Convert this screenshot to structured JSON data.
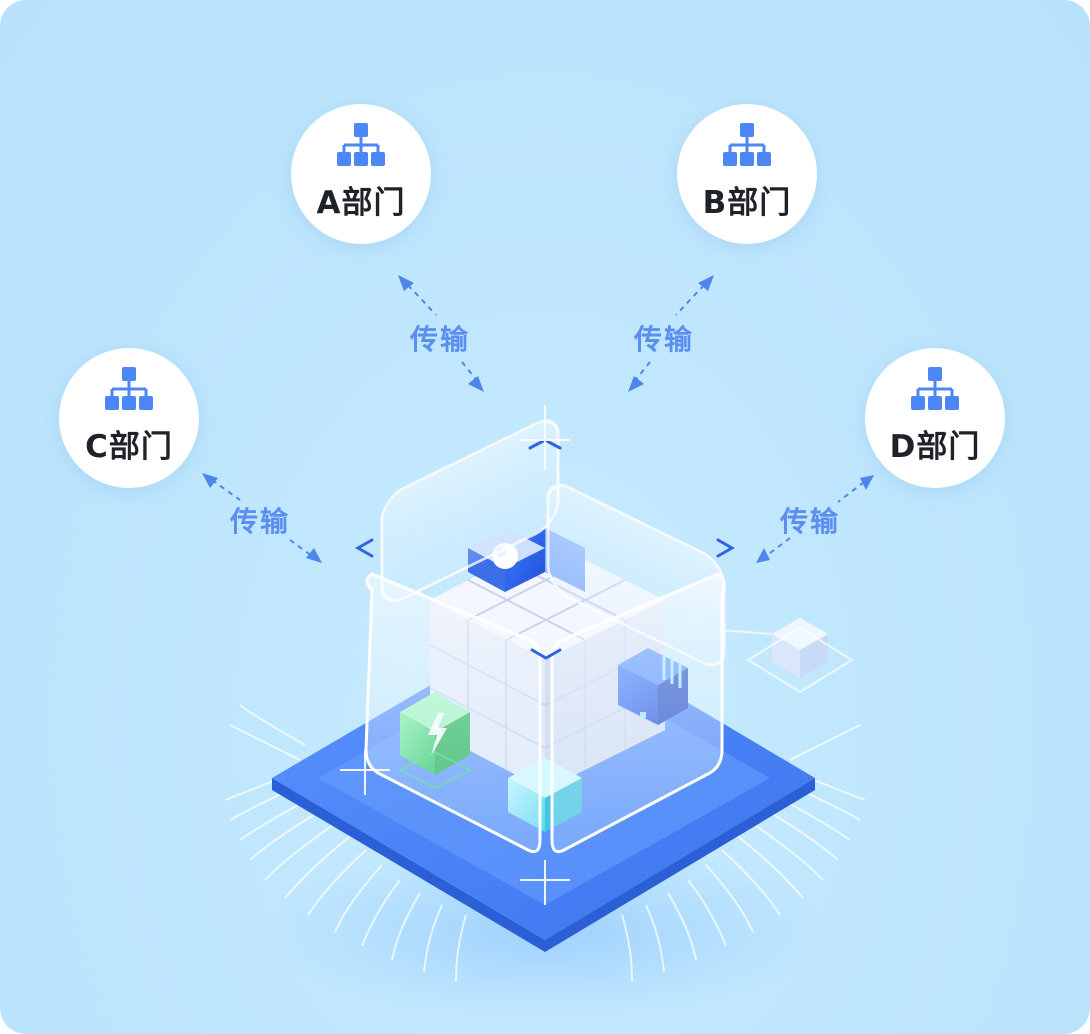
{
  "departments": [
    {
      "id": "a",
      "label": "A部门"
    },
    {
      "id": "b",
      "label": "B部门"
    },
    {
      "id": "c",
      "label": "C部门"
    },
    {
      "id": "d",
      "label": "D部门"
    }
  ],
  "transfer_label": "传输",
  "colors": {
    "background": "#bfe6fd",
    "dept_icon": "#4d86f5",
    "arrow": "#4f86ee",
    "label_text": "#1f2329",
    "transfer_text": "#5b8fef",
    "chip_base": "#3f7cf2",
    "green_cube": "#3fd97a",
    "cyan_cube": "#7fe6f5"
  },
  "icons": {
    "department": "org-chart-icon",
    "central": "server-cube-illustration"
  }
}
